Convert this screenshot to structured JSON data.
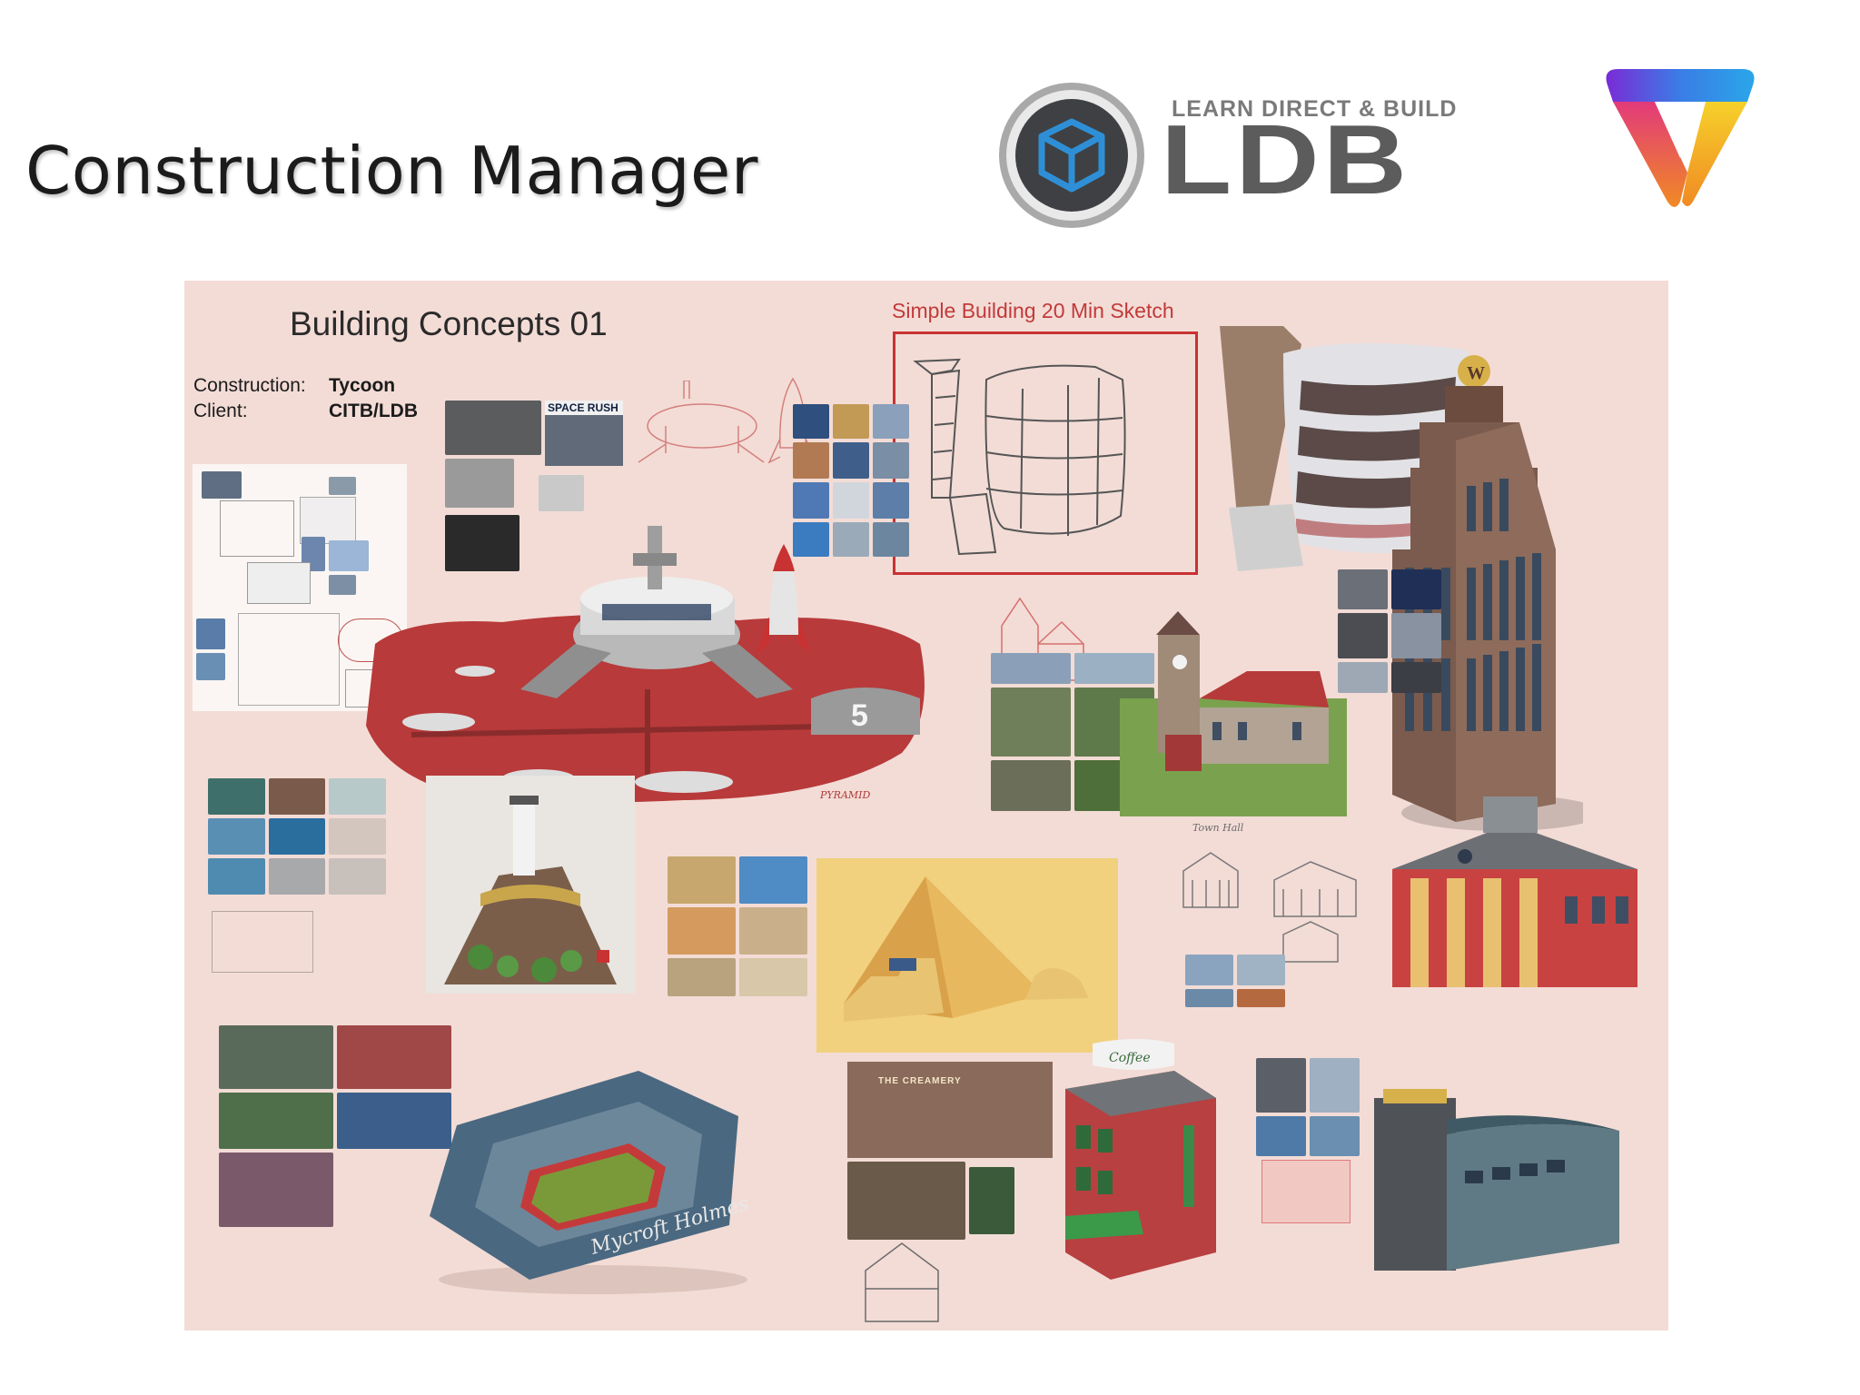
{
  "slide": {
    "title": "Construction Manager"
  },
  "logos": {
    "ldb": {
      "tagline": "LEARN DIRECT & BUILD",
      "wordmark": "LDB",
      "icon": "cube-icon",
      "badge_color": "#3e4043",
      "cube_color": "#2f8fd6",
      "text_color": "#5c5c5c"
    },
    "partner": {
      "icon": "rainbow-triangle-icon",
      "colors": [
        "#7a2bd6",
        "#e23a7a",
        "#f08a24",
        "#f6d12a",
        "#2aa6e8"
      ]
    }
  },
  "board": {
    "title": "Building Concepts 01",
    "construction_label": "Construction:",
    "construction_value": "Tycoon",
    "client_label": "Client:",
    "client_value": "CITB/LDB",
    "sketch_caption": "Simple Building 20 Min Sketch",
    "reference_magazine": "SPACE RUSH",
    "pyramid_note": "PYRAMID",
    "town_hall_note": "Town Hall",
    "coffee_sign": "Coffee",
    "stadium_script": "Mycroft Holmes",
    "cafe_sign": "THE CREAMERY",
    "background_color": "#f3dcd6",
    "accent_color": "#c83232"
  }
}
